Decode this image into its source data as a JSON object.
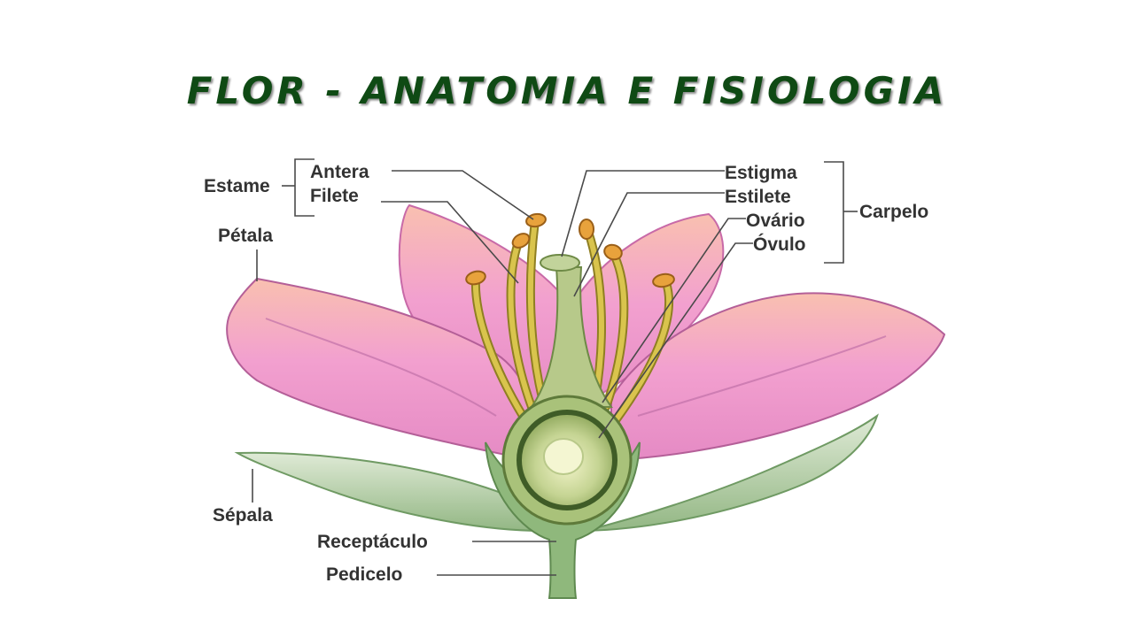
{
  "title": "FLOR - ANATOMIA E FISIOLOGIA",
  "labels": {
    "estame": "Estame",
    "antera": "Antera",
    "filete": "Filete",
    "petala": "Pétala",
    "sepala": "Sépala",
    "receptaculo": "Receptáculo",
    "pedicelo": "Pedicelo",
    "estigma": "Estigma",
    "estilete": "Estilete",
    "ovario": "Ovário",
    "ovulo": "Óvulo",
    "carpelo": "Carpelo"
  },
  "colors": {
    "title": "#0f4a14",
    "petal": "#f19cd0",
    "petal_dark": "#c86aa8",
    "petal_light": "#f8c3a8",
    "sepal": "#a9c79a",
    "receptacle": "#8fb87c",
    "stamen": "#c7b23d",
    "anther": "#e29a34",
    "pistil": "#a8c07a"
  }
}
